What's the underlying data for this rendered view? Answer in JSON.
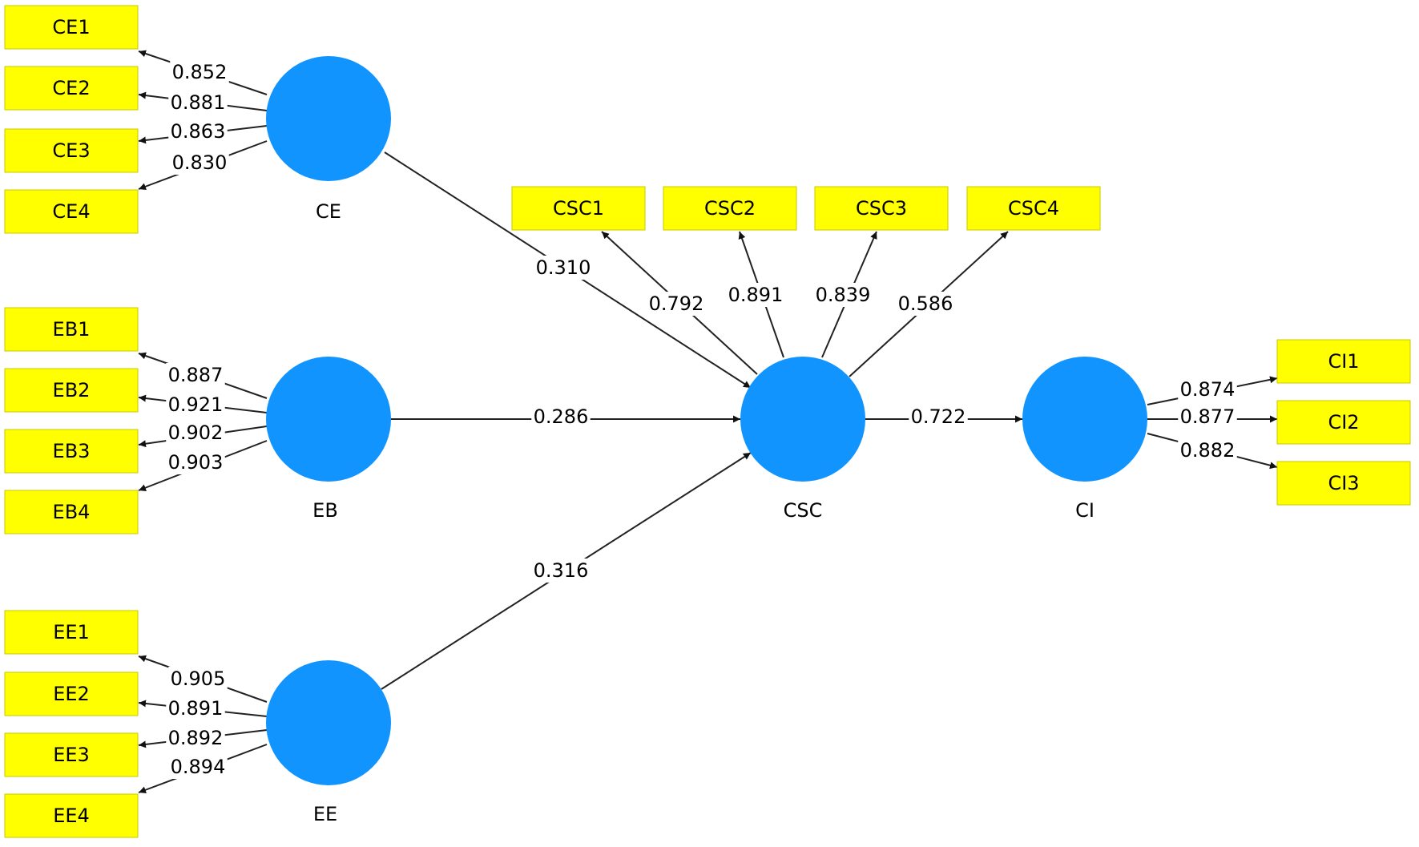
{
  "latent_variables": [
    {
      "id": "CE",
      "label": "CE"
    },
    {
      "id": "EB",
      "label": "EB"
    },
    {
      "id": "EE",
      "label": "EE"
    },
    {
      "id": "CSC",
      "label": "CSC"
    },
    {
      "id": "CI",
      "label": "CI"
    }
  ],
  "indicators": [
    {
      "id": "CE1",
      "label": "CE1",
      "construct": "CE"
    },
    {
      "id": "CE2",
      "label": "CE2",
      "construct": "CE"
    },
    {
      "id": "CE3",
      "label": "CE3",
      "construct": "CE"
    },
    {
      "id": "CE4",
      "label": "CE4",
      "construct": "CE"
    },
    {
      "id": "EB1",
      "label": "EB1",
      "construct": "EB"
    },
    {
      "id": "EB2",
      "label": "EB2",
      "construct": "EB"
    },
    {
      "id": "EB3",
      "label": "EB3",
      "construct": "EB"
    },
    {
      "id": "EB4",
      "label": "EB4",
      "construct": "EB"
    },
    {
      "id": "EE1",
      "label": "EE1",
      "construct": "EE"
    },
    {
      "id": "EE2",
      "label": "EE2",
      "construct": "EE"
    },
    {
      "id": "EE3",
      "label": "EE3",
      "construct": "EE"
    },
    {
      "id": "EE4",
      "label": "EE4",
      "construct": "EE"
    },
    {
      "id": "CSC1",
      "label": "CSC1",
      "construct": "CSC"
    },
    {
      "id": "CSC2",
      "label": "CSC2",
      "construct": "CSC"
    },
    {
      "id": "CSC3",
      "label": "CSC3",
      "construct": "CSC"
    },
    {
      "id": "CSC4",
      "label": "CSC4",
      "construct": "CSC"
    },
    {
      "id": "CI1",
      "label": "CI1",
      "construct": "CI"
    },
    {
      "id": "CI2",
      "label": "CI2",
      "construct": "CI"
    },
    {
      "id": "CI3",
      "label": "CI3",
      "construct": "CI"
    }
  ],
  "loadings": [
    {
      "from": "CE",
      "to": "CE1",
      "value": "0.852"
    },
    {
      "from": "CE",
      "to": "CE2",
      "value": "0.881"
    },
    {
      "from": "CE",
      "to": "CE3",
      "value": "0.863"
    },
    {
      "from": "CE",
      "to": "CE4",
      "value": "0.830"
    },
    {
      "from": "EB",
      "to": "EB1",
      "value": "0.887"
    },
    {
      "from": "EB",
      "to": "EB2",
      "value": "0.921"
    },
    {
      "from": "EB",
      "to": "EB3",
      "value": "0.902"
    },
    {
      "from": "EB",
      "to": "EB4",
      "value": "0.903"
    },
    {
      "from": "EE",
      "to": "EE1",
      "value": "0.905"
    },
    {
      "from": "EE",
      "to": "EE2",
      "value": "0.891"
    },
    {
      "from": "EE",
      "to": "EE3",
      "value": "0.892"
    },
    {
      "from": "EE",
      "to": "EE4",
      "value": "0.894"
    },
    {
      "from": "CSC",
      "to": "CSC1",
      "value": "0.792"
    },
    {
      "from": "CSC",
      "to": "CSC2",
      "value": "0.891"
    },
    {
      "from": "CSC",
      "to": "CSC3",
      "value": "0.839"
    },
    {
      "from": "CSC",
      "to": "CSC4",
      "value": "0.586"
    },
    {
      "from": "CI",
      "to": "CI1",
      "value": "0.874"
    },
    {
      "from": "CI",
      "to": "CI2",
      "value": "0.877"
    },
    {
      "from": "CI",
      "to": "CI3",
      "value": "0.882"
    }
  ],
  "structural_paths": [
    {
      "from": "CE",
      "to": "CSC",
      "value": "0.310"
    },
    {
      "from": "EB",
      "to": "CSC",
      "value": "0.286"
    },
    {
      "from": "EE",
      "to": "CSC",
      "value": "0.316"
    },
    {
      "from": "CSC",
      "to": "CI",
      "value": "0.722"
    }
  ],
  "colors": {
    "latent": "#1294ff",
    "indicator": "#ffff00",
    "indicator_border": "#c8c800",
    "line": "#222222"
  }
}
